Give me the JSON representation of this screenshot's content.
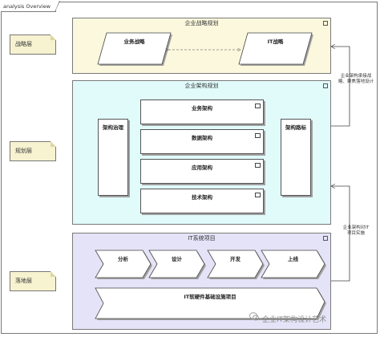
{
  "frame": {
    "tab_label": "analysis Overview"
  },
  "layers": {
    "strategy": "战略层",
    "planning": "规划层",
    "landing": "落地层"
  },
  "groups": {
    "strategy_group": {
      "title": "企业战略规划"
    },
    "architecture_group": {
      "title": "企业架构规划"
    },
    "it_projects_group": {
      "title": "IT系统项目"
    }
  },
  "strategy_elements": {
    "business_strategy": "业务战略",
    "it_strategy": "IT战略"
  },
  "architecture": {
    "governance": "架构治理",
    "roadmap": "架构路标",
    "layers": [
      "业务架构",
      "数据架构",
      "应用架构",
      "技术架构"
    ]
  },
  "project_phases": [
    "分析",
    "设计",
    "开发",
    "上线"
  ],
  "infrastructure": "IT软硬件基础设施项目",
  "side_notes": {
    "upper": [
      "企业架构承接战",
      "略、聚焦落地设计"
    ],
    "lower": [
      "企业架构对IT",
      "项目实施"
    ]
  },
  "watermark": "企业IT架构设计艺术",
  "colors": {
    "strategy_fill": "#fbf8dd",
    "architecture_fill": "#e1fbfb",
    "projects_fill": "#e4e3f7",
    "note_fill": "#f7f2cf"
  }
}
